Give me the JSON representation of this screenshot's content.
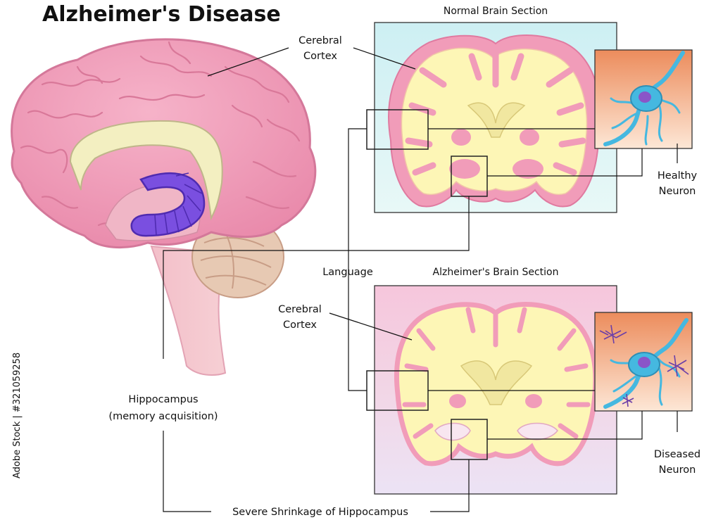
{
  "title": "Alzheimer's Disease",
  "panels": {
    "normal_title": "Normal Brain Section",
    "alz_title": "Alzheimer's Brain Section"
  },
  "labels": {
    "cortex_top_1": "Cerebral",
    "cortex_top_2": "Cortex",
    "cortex_bottom_1": "Cerebral",
    "cortex_bottom_2": "Cortex",
    "language": "Language",
    "healthy_1": "Healthy",
    "healthy_2": "Neuron",
    "diseased_1": "Diseased",
    "diseased_2": "Neuron",
    "hippo_1": "Hippocampus",
    "hippo_2": "(memory acquisition)",
    "shrinkage": "Severe Shrinkage of Hippocampus"
  },
  "watermark": "Adobe Stock | #321059258",
  "colors": {
    "cortex_pink": "#f19cb9",
    "white_matter": "#fdf6b6",
    "hippocampus": "#7a4fe0",
    "normal_bg": "#d6f3f4",
    "alz_bg_top": "#f7cde0",
    "alz_bg_bottom": "#efe0f4",
    "neuron": "#45b8e0",
    "neuron_bg": "#ee9a6b"
  }
}
